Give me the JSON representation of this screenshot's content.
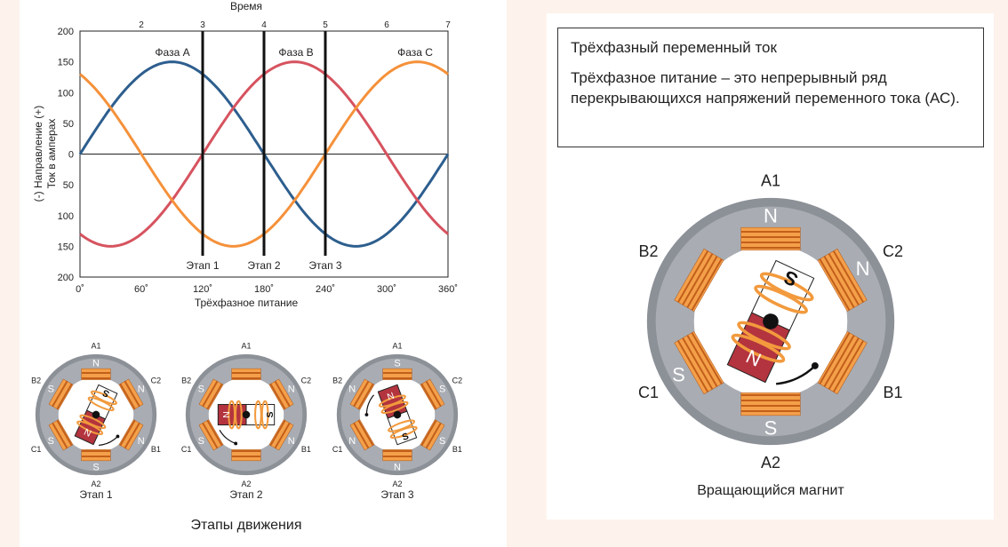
{
  "colors": {
    "phase_a": "#2d5e8e",
    "phase_b": "#d6535f",
    "phase_c": "#f5913a",
    "stator": "#8a8f96",
    "coil": "#f29a3d"
  },
  "chart_data": {
    "type": "line",
    "top_axis_label": "Время",
    "top_ticks": [
      "2",
      "3",
      "4",
      "5",
      "6",
      "7"
    ],
    "xlabel": "Трёхфазное питание",
    "ylabel_1": "(-) Направление (+)",
    "ylabel_2": "Ток в амперах",
    "x_ticks": [
      "0˚",
      "60˚",
      "120˚",
      "180˚",
      "240˚",
      "300˚",
      "360˚"
    ],
    "y_ticks": [
      "200",
      "150",
      "100",
      "50",
      "0",
      "50",
      "100",
      "150",
      "200"
    ],
    "ylim": [
      -200,
      200
    ],
    "xlim": [
      0,
      360
    ],
    "amplitude": 150,
    "series": [
      {
        "name": "Фаза А",
        "phase_shift_deg": 0
      },
      {
        "name": "Фаза В",
        "phase_shift_deg": 120
      },
      {
        "name": "Фаза С",
        "phase_shift_deg": 240
      }
    ],
    "stage_lines": [
      {
        "x": 120,
        "label": "Этап 1"
      },
      {
        "x": 180,
        "label": "Этап 2"
      },
      {
        "x": 240,
        "label": "Этап 3"
      }
    ]
  },
  "stages": {
    "title": "Этапы движения",
    "items": [
      {
        "label": "Этап 1",
        "poles": {
          "A1": "N",
          "A2": "S",
          "B1": "N",
          "B2": "S",
          "C1": "S",
          "C2": "N"
        },
        "rotor_angle": 25
      },
      {
        "label": "Этап 2",
        "poles": {
          "A1": "",
          "A2": "",
          "B1": "N",
          "B2": "S",
          "C1": "S",
          "C2": "N"
        },
        "rotor_angle": 90
      },
      {
        "label": "Этап 3",
        "poles": {
          "A1": "S",
          "A2": "N",
          "B1": "S",
          "B2": "N",
          "C1": "N",
          "C2": "S"
        },
        "rotor_angle": 160
      }
    ],
    "pole_names": {
      "A1": "A1",
      "A2": "A2",
      "B1": "B1",
      "B2": "B2",
      "C1": "C1",
      "C2": "C2"
    },
    "rotor_n": "N",
    "rotor_s": "S"
  },
  "info": {
    "title": "Трёхфазный переменный ток",
    "body": "Трёхфазное питание – это непрерывный ряд перекрывающихся напряжений переменного тока (АС)."
  },
  "big_motor": {
    "caption": "Вращающийся магнит",
    "labels": {
      "A1": "A1",
      "A2": "A2",
      "B1": "B1",
      "B2": "B2",
      "C1": "C1",
      "C2": "C2"
    },
    "poles": {
      "A1": "N",
      "A2": "S",
      "B1": "",
      "B2": "",
      "C1": "S",
      "C2": "N"
    },
    "rotor_n": "N",
    "rotor_s": "S"
  }
}
